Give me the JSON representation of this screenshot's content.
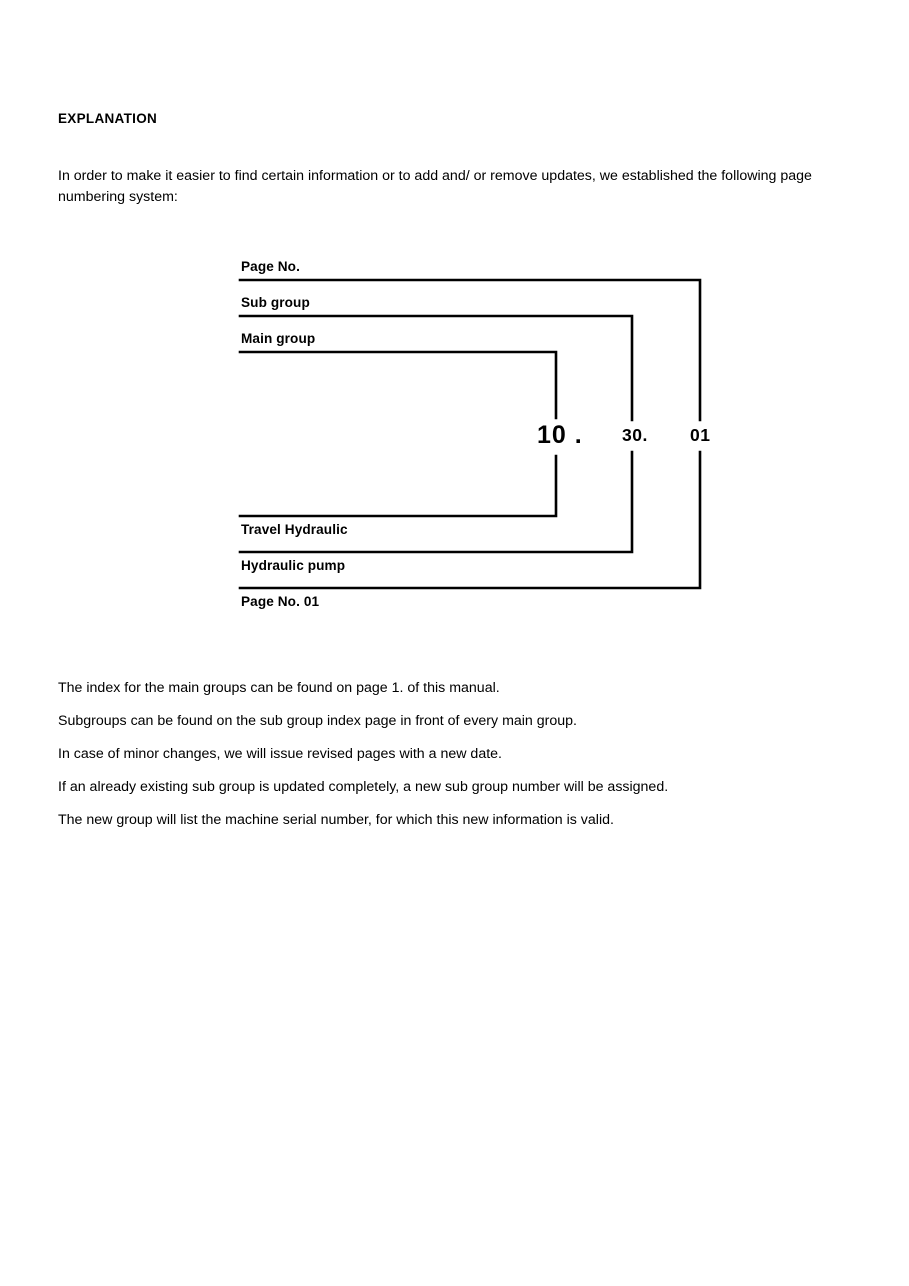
{
  "document": {
    "heading": "EXPLANATION",
    "intro": "In order to make it easier to find certain information or to add and/ or remove updates, we established the following page numbering system:",
    "diagram": {
      "top_labels": [
        {
          "text": "Page No.",
          "name": "page-no"
        },
        {
          "text": "Sub group",
          "name": "sub-group"
        },
        {
          "text": "Main group",
          "name": "main-group"
        }
      ],
      "bottom_labels": [
        {
          "text": "Travel Hydraulic",
          "name": "travel-hydraulic"
        },
        {
          "text": "Hydraulic pump",
          "name": "hydraulic-pump"
        },
        {
          "text": "Page No. 01",
          "name": "page-no-01"
        }
      ],
      "numbers": {
        "main_group": "10 .",
        "sub_group": "30.",
        "page_no": "01"
      },
      "line_color": "#000000"
    },
    "notes": [
      "The index for the main groups can be found on page 1. of this manual.",
      "Subgroups can be found on the sub group index page in front of every main group.",
      "In case of minor changes, we will issue revised pages with a new date.",
      "If an already existing sub group is updated completely, a new sub group number will be assigned.",
      "The new group will list the machine serial number,  for which this new information is valid."
    ]
  }
}
